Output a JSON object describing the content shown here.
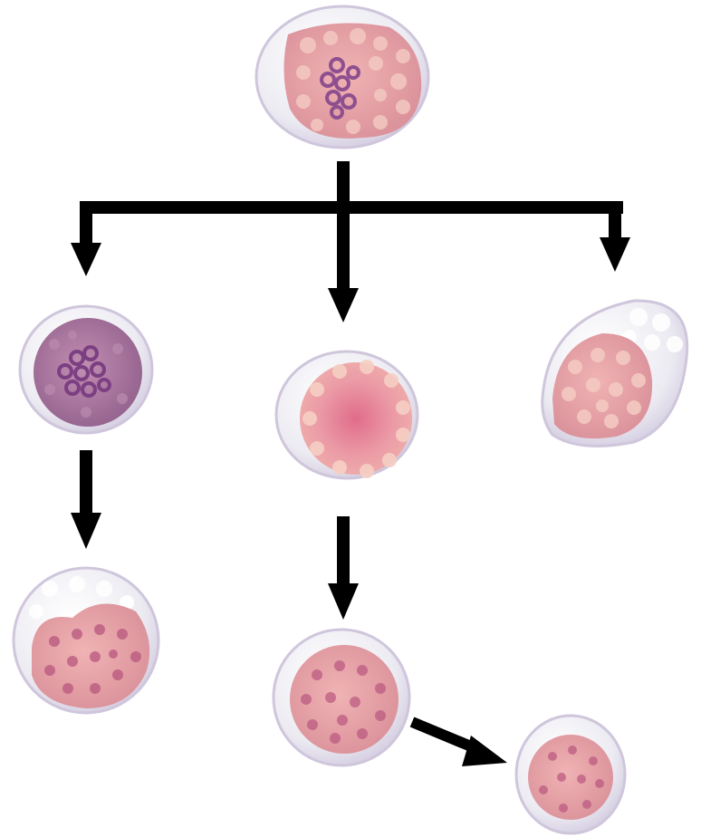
{
  "diagram": {
    "type": "cell-differentiation-tree",
    "colors": {
      "background": "#ffffff",
      "arrow": "#000000",
      "cytoplasm": "#eceaf1",
      "cytoplasm_edge": "#c9c1d6",
      "nucleus_pink": "#e7a4a8",
      "nucleus_purple": "#a9779f",
      "granule_light": "#f2c7bf",
      "granule_dark": "#a46197",
      "nucleolus": "#8e4f8f"
    },
    "cells": [
      {
        "id": "stem-cell",
        "label": ""
      },
      {
        "id": "left-cell-1",
        "label": ""
      },
      {
        "id": "center-cell-1",
        "label": ""
      },
      {
        "id": "right-cell-1",
        "label": ""
      },
      {
        "id": "left-cell-2",
        "label": ""
      },
      {
        "id": "center-cell-2",
        "label": ""
      },
      {
        "id": "center-cell-3",
        "label": ""
      }
    ]
  }
}
